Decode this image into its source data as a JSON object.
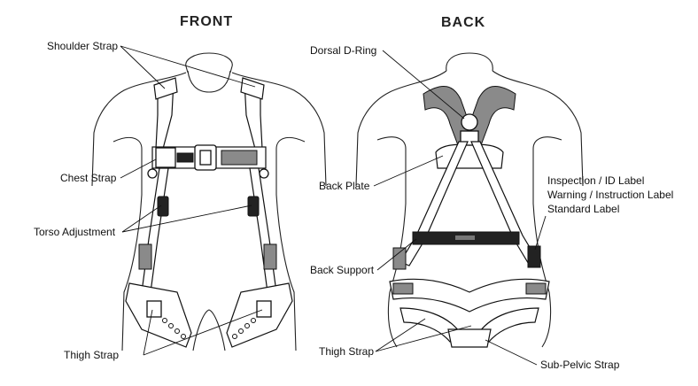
{
  "titles": {
    "front": "FRONT",
    "back": "BACK"
  },
  "labels": {
    "shoulder_strap": "Shoulder Strap",
    "chest_strap": "Chest Strap",
    "torso_adjustment": "Torso Adjustment",
    "thigh_strap_front": "Thigh Strap",
    "dorsal_d_ring": "Dorsal D-Ring",
    "back_plate": "Back Plate",
    "back_support": "Back Support",
    "thigh_strap_back": "Thigh Strap",
    "sub_pelvic_strap": "Sub-Pelvic Strap",
    "inspection_label": "Inspection / ID Label",
    "warning_label": "Warning / Instruction Label",
    "standard_label": "Standard Label"
  }
}
